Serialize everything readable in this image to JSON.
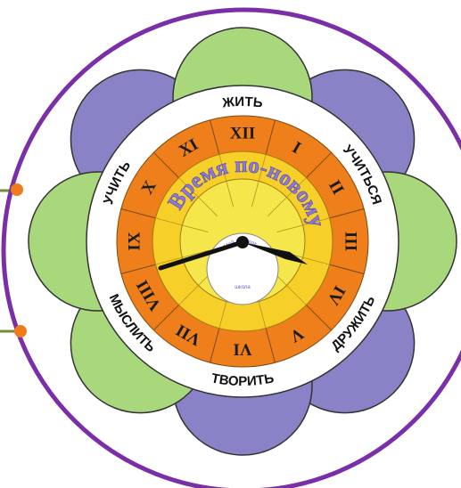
{
  "ring_words": [
    {
      "text": "ЖИТЬ",
      "start": -105,
      "end": -75
    },
    {
      "text": "УЧИТЬСЯ",
      "start": -50,
      "end": -8
    },
    {
      "text": "ДРУЖИТЬ",
      "start": 15,
      "end": 58
    },
    {
      "text": "ТВОРИТЬ",
      "start": 72,
      "end": 108
    },
    {
      "text": "МЫСЛИТЬ",
      "start": 122,
      "end": 165
    },
    {
      "text": "УЧИТЬ",
      "start": -170,
      "end": -140
    }
  ],
  "numerals": [
    "XII",
    "I",
    "II",
    "III",
    "IV",
    "V",
    "VI",
    "VII",
    "VIII",
    "IX",
    "X",
    "XI"
  ],
  "motto": "Время по-новому",
  "center_label": [
    "Мой",
    "порядок",
    "школа"
  ],
  "colors": {
    "ring": "#7a2fa8",
    "petal_purple": "#8a82c6",
    "petal_green": "#a9d77c",
    "orange": "#ee7f1b",
    "yellow_outer": "#f6d028",
    "yellow_inner": "#f4e64b",
    "connector": "#6d8f3c",
    "dot": "#ef7b1b"
  }
}
